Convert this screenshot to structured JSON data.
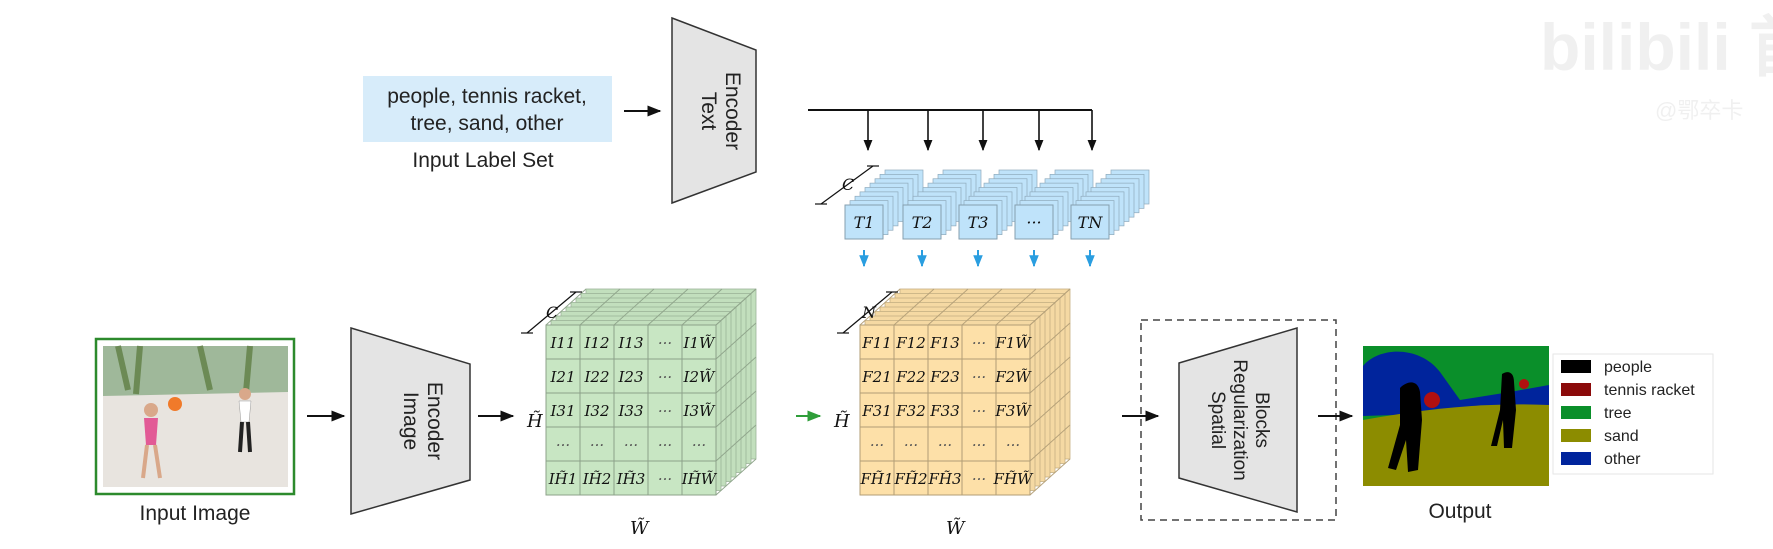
{
  "label_set": {
    "text_line1": "people, tennis racket,",
    "text_line2": "tree, sand, other",
    "caption": "Input Label Set"
  },
  "text_encoder": {
    "line1": "Text",
    "line2": "Encoder"
  },
  "image_encoder": {
    "line1": "Image",
    "line2": "Encoder"
  },
  "input_image": {
    "caption": "Input Image"
  },
  "text_features": {
    "dim_label": "C",
    "tokens": [
      "T1",
      "T2",
      "T3",
      "···",
      "TN"
    ]
  },
  "image_features": {
    "depth_label": "C",
    "height_label": "H̃",
    "width_label": "W̃",
    "rows": [
      [
        "I11",
        "I12",
        "I13",
        "···",
        "I1W̃"
      ],
      [
        "I21",
        "I22",
        "I23",
        "···",
        "I2W̃"
      ],
      [
        "I31",
        "I32",
        "I33",
        "···",
        "I3W̃"
      ],
      [
        "···",
        "···",
        "···",
        "···",
        "···"
      ],
      [
        "IH̃1",
        "IH̃2",
        "IH̃3",
        "···",
        "IH̃W̃"
      ]
    ]
  },
  "fused_features": {
    "depth_label": "N",
    "height_label": "H̃",
    "width_label": "W̃",
    "rows": [
      [
        "F11",
        "F12",
        "F13",
        "···",
        "F1W̃"
      ],
      [
        "F21",
        "F22",
        "F23",
        "···",
        "F2W̃"
      ],
      [
        "F31",
        "F32",
        "F33",
        "···",
        "F3W̃"
      ],
      [
        "···",
        "···",
        "···",
        "···",
        "···"
      ],
      [
        "FH̃1",
        "FH̃2",
        "FH̃3",
        "···",
        "FH̃W̃"
      ]
    ]
  },
  "spatial_blocks": {
    "line1": "Spatial",
    "line2": "Regularization",
    "line3": "Blocks"
  },
  "output": {
    "caption": "Output"
  },
  "legend": [
    {
      "label": "people",
      "color": "#000000"
    },
    {
      "label": "tennis racket",
      "color": "#8b0a0a"
    },
    {
      "label": "tree",
      "color": "#0a8f2a"
    },
    {
      "label": "sand",
      "color": "#8c8c00"
    },
    {
      "label": "other",
      "color": "#00249c"
    }
  ],
  "watermark": {
    "text": "bilibili 首",
    "sub": "@鄂卒卡"
  },
  "colors": {
    "label_bg": "#d7ecfa",
    "encoder_fill": "#e4e4e4",
    "text_feat": "#bfe3fa",
    "image_feat": "#c8e6c3",
    "fused_feat": "#fde0a8",
    "blue_arrow": "#2a9ee0",
    "green_arrow": "#2f9e3a",
    "image_border": "#2c8a2c"
  }
}
